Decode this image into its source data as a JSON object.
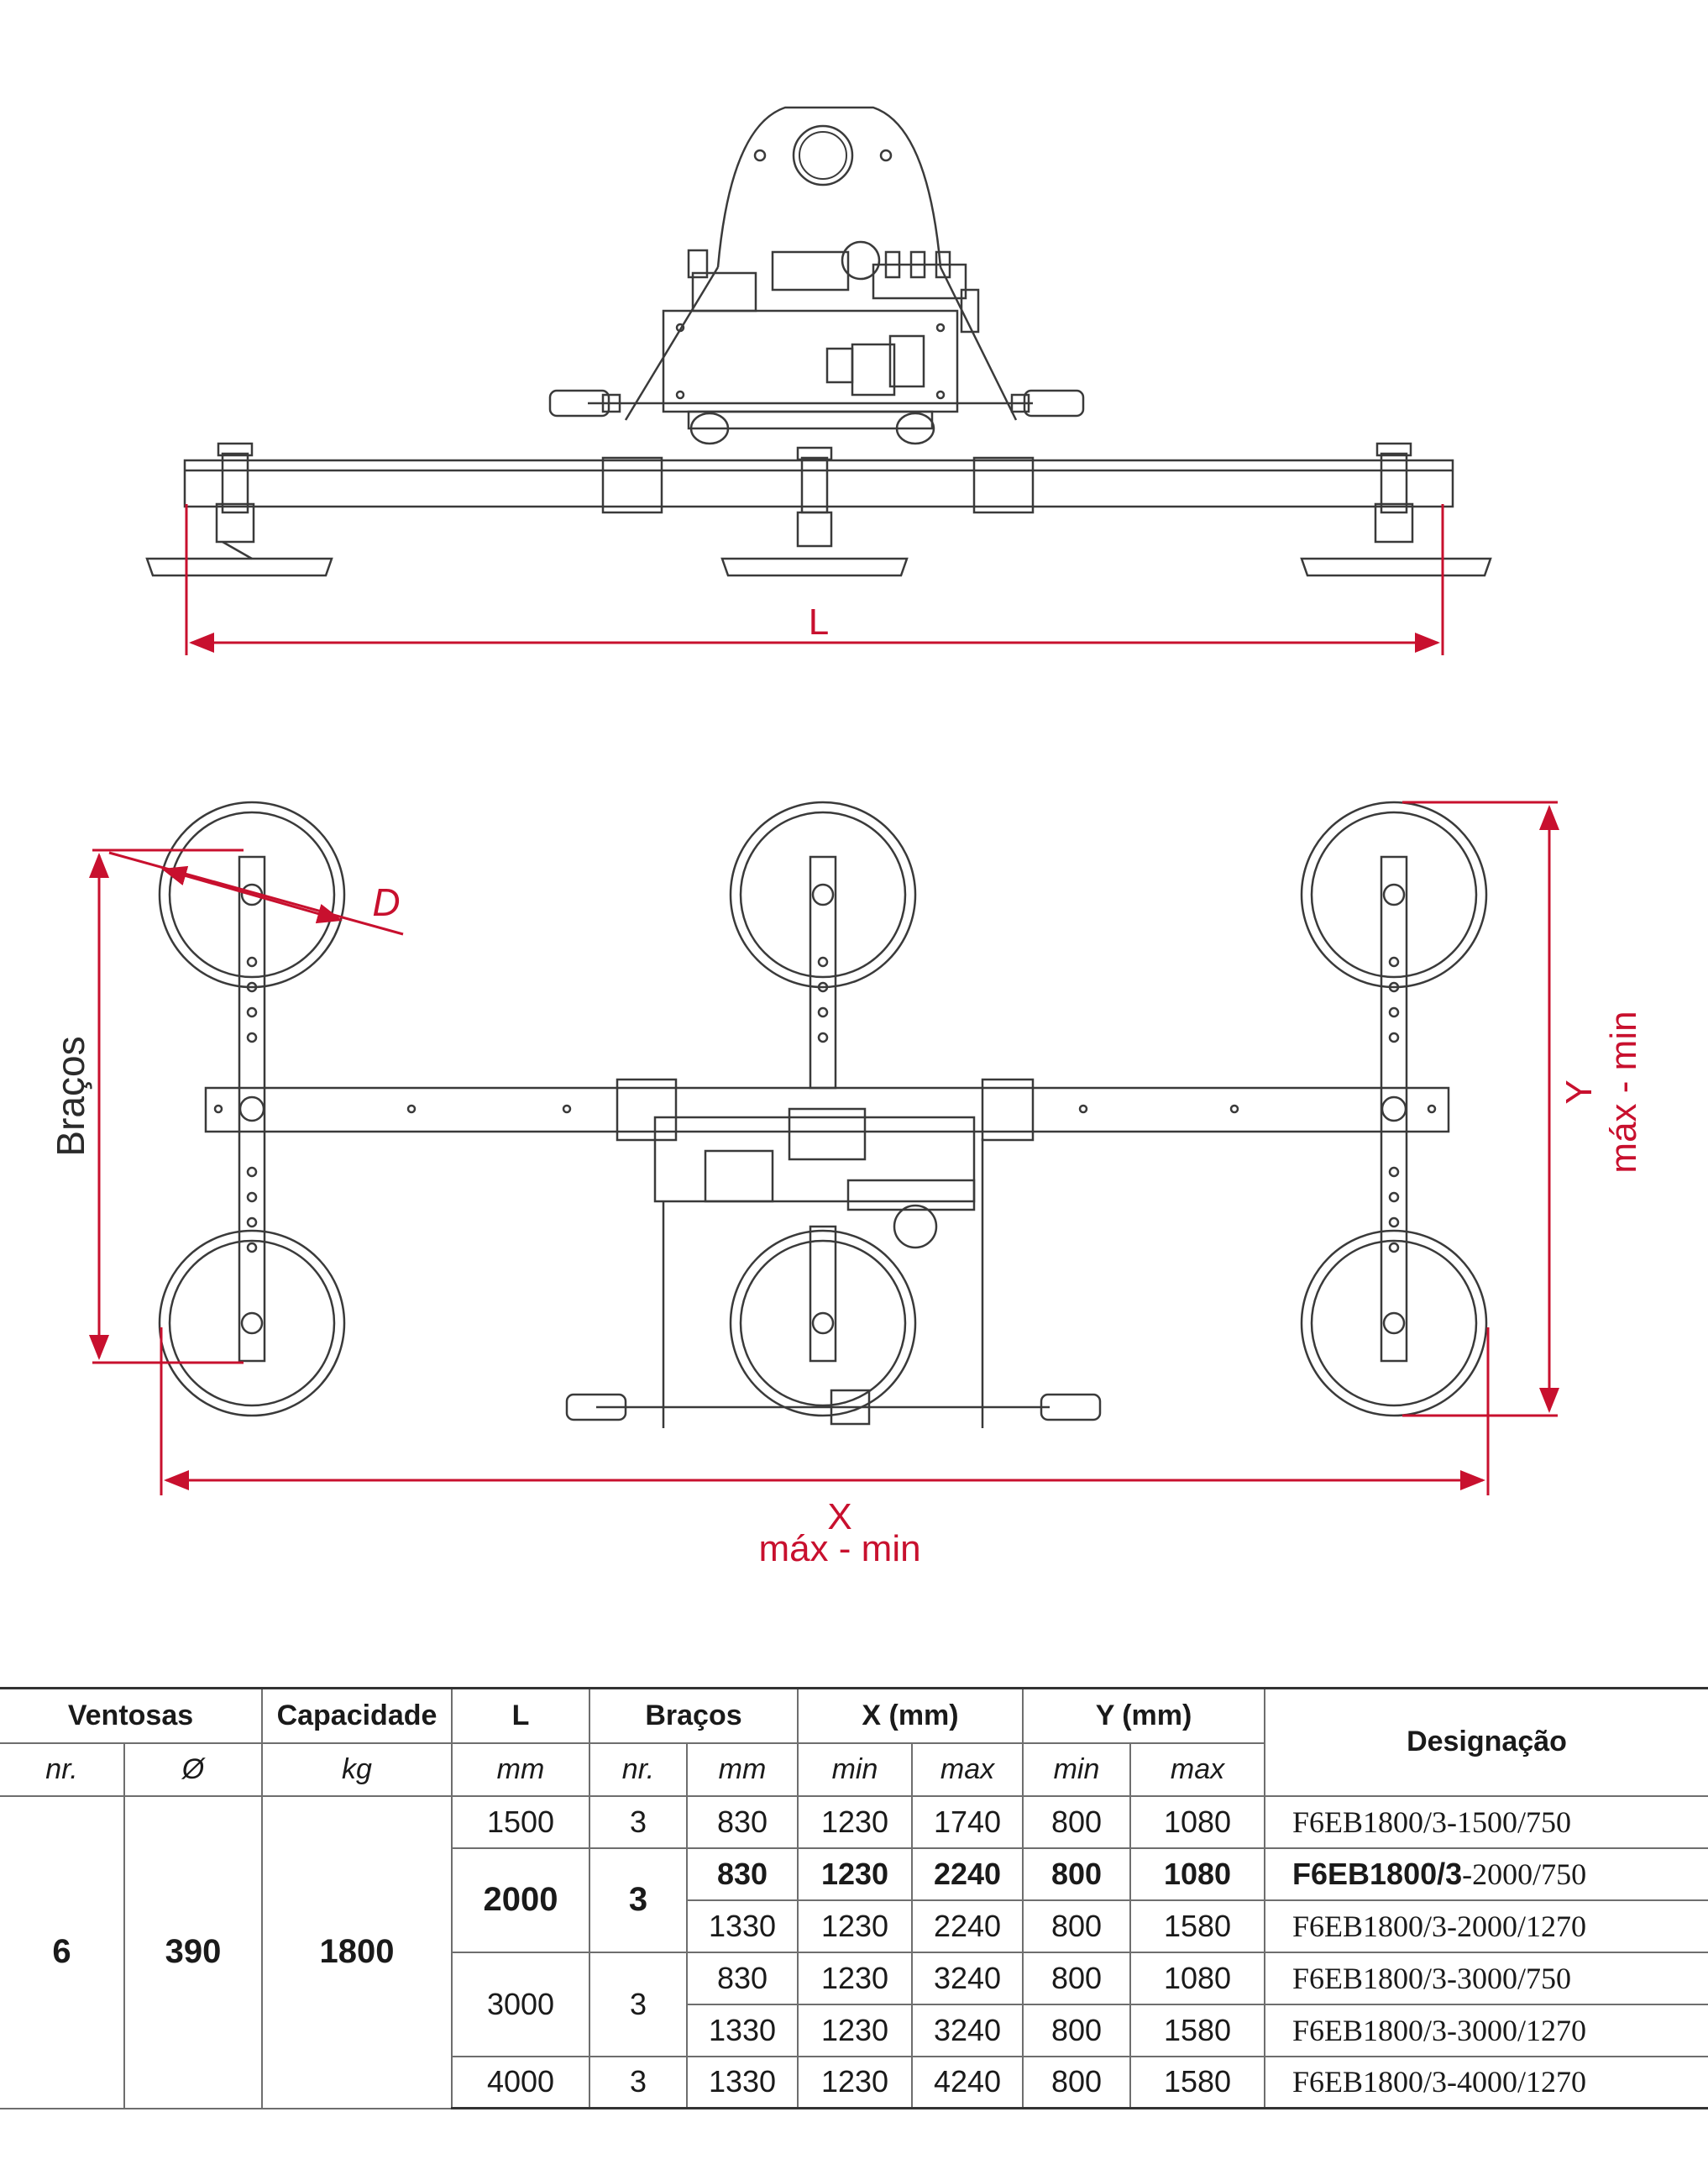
{
  "drawing": {
    "dim_L": "L",
    "dim_D": "D",
    "dim_bracos": "Braços",
    "dim_X": "X",
    "dim_X_range": "máx - min",
    "dim_Y": "Y",
    "dim_Y_range": "máx - min",
    "dim_color": "#c8102e",
    "line_color": "#3a3a3a"
  },
  "table": {
    "headers": {
      "ventosas": "Ventosas",
      "capacidade": "Capacidade",
      "L": "L",
      "bracos": "Braços",
      "x": "X (mm)",
      "y": "Y (mm)",
      "designacao": "Designação"
    },
    "units": {
      "nr": "nr.",
      "diam": "Ø",
      "kg": "kg",
      "mm": "mm",
      "nr2": "nr.",
      "mm2": "mm",
      "xmin": "min",
      "xmax": "max",
      "ymin": "min",
      "ymax": "max"
    },
    "merged": {
      "nr": "6",
      "diam": "390",
      "kg": "1800"
    },
    "rows": [
      {
        "L": "1500",
        "bracos_nr": "3",
        "bracos_mm": "830",
        "x_min": "1230",
        "x_max": "1740",
        "y_min": "800",
        "y_max": "1080",
        "desig": "F6EB1800/3-1500/750"
      },
      {
        "L": "2000",
        "bracos_nr": "3",
        "bracos_mm": "830",
        "x_min": "1230",
        "x_max": "2240",
        "y_min": "800",
        "y_max": "1080",
        "desig_bold": "F6EB1800/3",
        "desig_rest": "-2000/750"
      },
      {
        "bracos_mm": "1330",
        "x_min": "1230",
        "x_max": "2240",
        "y_min": "800",
        "y_max": "1580",
        "desig": "F6EB1800/3-2000/1270"
      },
      {
        "L": "3000",
        "bracos_nr": "3",
        "bracos_mm": "830",
        "x_min": "1230",
        "x_max": "3240",
        "y_min": "800",
        "y_max": "1080",
        "desig": "F6EB1800/3-3000/750"
      },
      {
        "bracos_mm": "1330",
        "x_min": "1230",
        "x_max": "3240",
        "y_min": "800",
        "y_max": "1580",
        "desig": "F6EB1800/3-3000/1270"
      },
      {
        "L": "4000",
        "bracos_nr": "3",
        "bracos_mm": "1330",
        "x_min": "1230",
        "x_max": "4240",
        "y_min": "800",
        "y_max": "1580",
        "desig": "F6EB1800/3-4000/1270"
      }
    ]
  }
}
